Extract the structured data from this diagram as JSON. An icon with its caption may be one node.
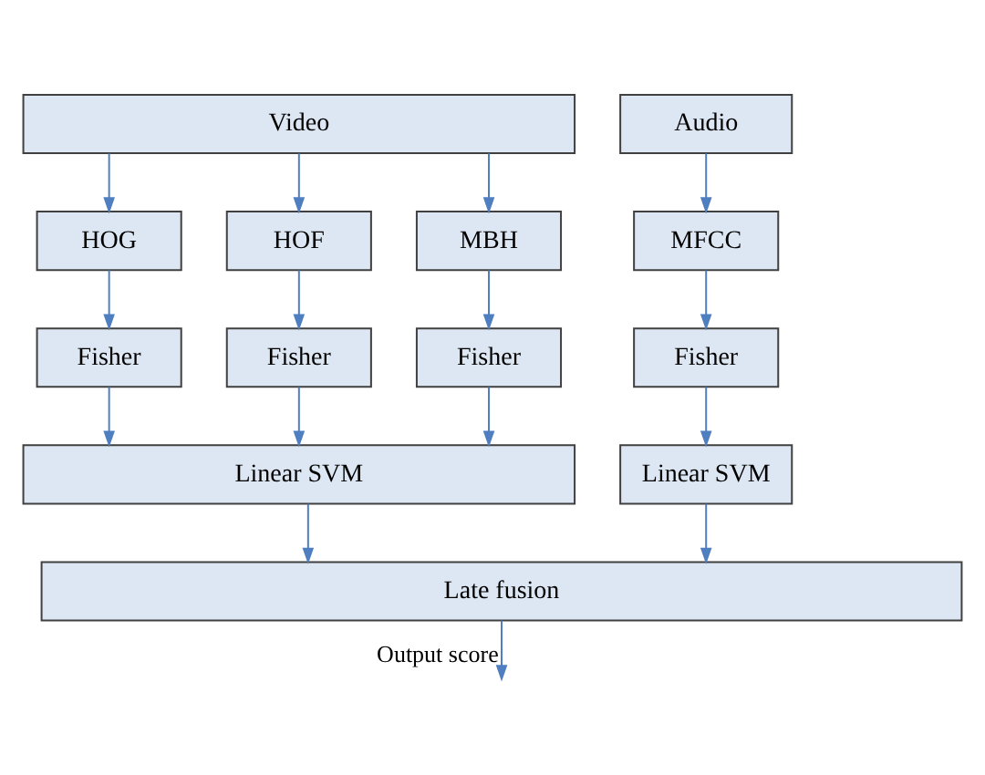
{
  "diagram": {
    "nodes": [
      {
        "text": [
          "Video"
        ]
      },
      {
        "text": [
          "Audio"
        ]
      },
      {
        "text": [
          "HOG"
        ]
      },
      {
        "text": [
          "HOF"
        ]
      },
      {
        "text": [
          "MBH"
        ]
      },
      {
        "text": [
          "MFCC"
        ]
      },
      {
        "text": [
          "Fisher"
        ]
      },
      {
        "text": [
          "Fisher"
        ]
      },
      {
        "text": [
          "Fisher"
        ]
      },
      {
        "text": [
          "Fisher"
        ]
      },
      {
        "text": [
          "Linear SVM"
        ]
      },
      {
        "text": [
          "Linear SVM"
        ]
      },
      {
        "text": [
          "Late fusion"
        ]
      }
    ],
    "edges": [
      {
        "from": 0,
        "to": 2,
        "arrow": "to"
      },
      {
        "from": 0,
        "to": 3,
        "arrow": "to"
      },
      {
        "from": 0,
        "to": 4,
        "arrow": "to"
      },
      {
        "from": 1,
        "to": 5,
        "arrow": "to"
      },
      {
        "from": 2,
        "to": 6,
        "arrow": "to"
      },
      {
        "from": 3,
        "to": 7,
        "arrow": "to"
      },
      {
        "from": 4,
        "to": 8,
        "arrow": "to"
      },
      {
        "from": 5,
        "to": 9,
        "arrow": "to"
      },
      {
        "from": 6,
        "to": 10,
        "arrow": "to"
      },
      {
        "from": 7,
        "to": 10,
        "arrow": "to"
      },
      {
        "from": 8,
        "to": 10,
        "arrow": "to"
      },
      {
        "from": 9,
        "to": 11,
        "arrow": "to"
      },
      {
        "from": 10,
        "to": 12,
        "arrow": "to"
      },
      {
        "from": 11,
        "to": 12,
        "arrow": "to"
      },
      {
        "from": 12,
        "to": null,
        "arrow": "to",
        "label": "Output score"
      }
    ]
  }
}
